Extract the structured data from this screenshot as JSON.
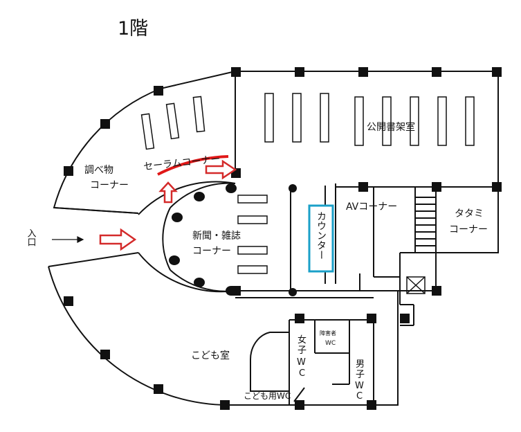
{
  "title": "1階",
  "labels": {
    "entrance": "入口",
    "research_corner": [
      "調べ物",
      "コーナー"
    ],
    "selam_corner": "セーラムコーナー",
    "public_stacks": "公開書架室",
    "av_corner": "AVコーナー",
    "tatami_corner": [
      "タタミ",
      "コーナー"
    ],
    "counter": "カウンター",
    "news_magazine": [
      "新聞・雑誌",
      "コーナー"
    ],
    "kids_room": "こども室",
    "womens_wc": [
      "女",
      "子",
      "W",
      "C"
    ],
    "accessible_wc": [
      "障害者",
      "WC"
    ],
    "mens_wc": [
      "男",
      "子",
      "W",
      "C"
    ],
    "kids_wc": "こども用WC"
  },
  "colors": {
    "wall": "#111111",
    "route_arrow": "#d42a2a",
    "counter_outline": "#1aa0c8",
    "highlight_line": "#e01818"
  },
  "icons": {
    "elevator": "elevator-icon",
    "entrance_arrow": "arrow-right-icon"
  }
}
